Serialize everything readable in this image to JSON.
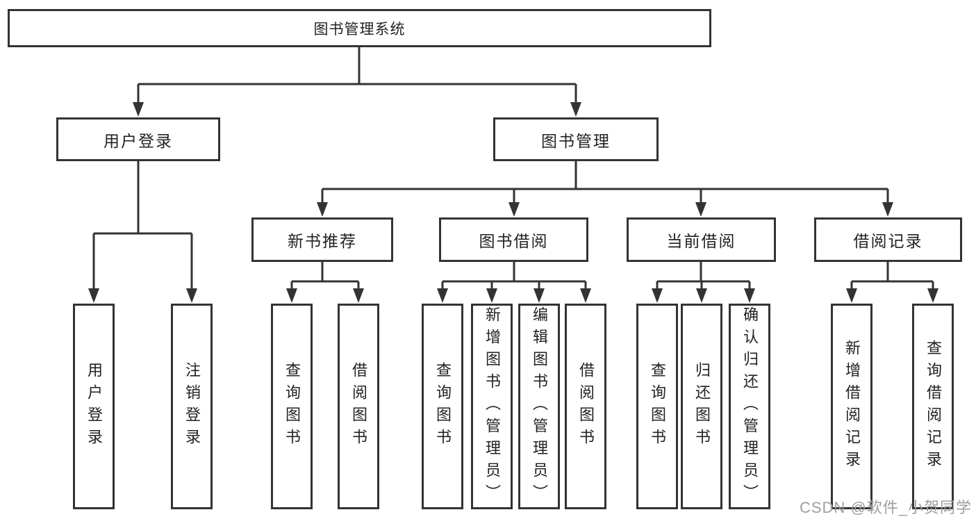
{
  "tree": {
    "root": {
      "label": "图书管理系统"
    },
    "user_login": {
      "label": "用户登录",
      "leaves": [
        "用户登录",
        "注销登录"
      ]
    },
    "book_management": {
      "label": "图书管理",
      "groups": [
        {
          "label": "新书推荐",
          "leaves": [
            "查询图书",
            "借阅图书"
          ]
        },
        {
          "label": "图书借阅",
          "leaves": [
            "查询图书",
            "新增图书（管理员）",
            "编辑图书（管理员）",
            "借阅图书"
          ]
        },
        {
          "label": "当前借阅",
          "leaves": [
            "查询图书",
            "归还图书",
            "确认归还（管理员）"
          ]
        },
        {
          "label": "借阅记录",
          "leaves": [
            "新增借阅记录",
            "查询借阅记录"
          ]
        }
      ]
    }
  },
  "watermark": "CSDN @软件_小贺同学",
  "colors": {
    "line": "#333333",
    "text": "#222222",
    "watermark": "#9e9e9e",
    "background": "#ffffff"
  }
}
